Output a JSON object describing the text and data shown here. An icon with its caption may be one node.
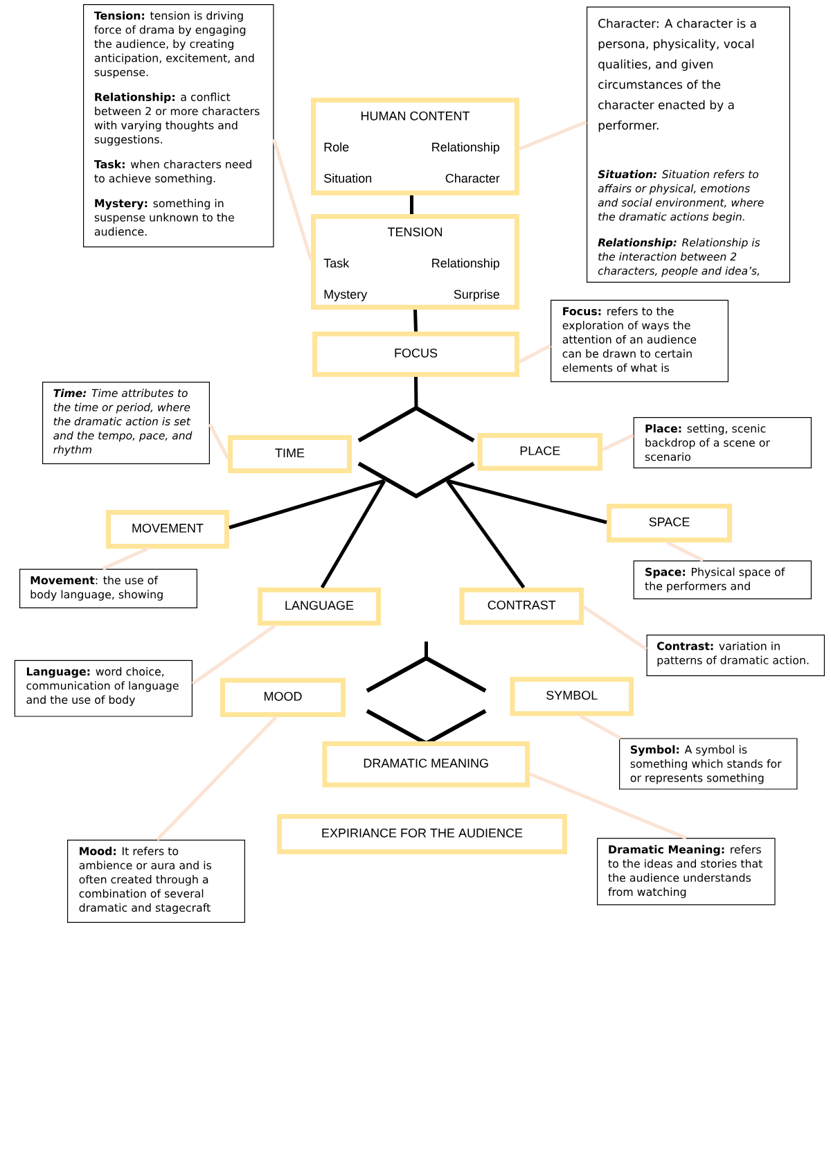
{
  "diagram": {
    "nodes": [
      {
        "text": [
          "**Tension:** tension is driving force of drama by engaging the audience, by creating anticipation, excitement, and suspense.",
          "**Relationship:** a conflict between 2 or more characters with varying thoughts and suggestions.",
          "**Task:** when characters need to achieve something.",
          "**Mystery:** something in suspense unknown to the audience."
        ]
      },
      {
        "text": [
          "Character: A character is a persona, physicality, vocal qualities, and given circumstances of the character enacted by a performer.",
          "**Situation:** Situation refers to affairs or physical, emotions and social environment, where the dramatic actions begin.",
          "**Relationship:** Relationship is the interaction between 2 characters, people and idea’s,"
        ]
      },
      {
        "text": [
          "HUMAN CONTENT",
          "Role",
          "Relationship",
          "Situation",
          "Character"
        ]
      },
      {
        "text": [
          "TENSION",
          "Task",
          "Relationship",
          "Mystery",
          "Surprise"
        ]
      },
      {
        "text": [
          "**Focus:** refers to the exploration of ways the attention of an audience can be drawn to certain elements of what is"
        ]
      },
      {
        "text": [
          "FOCUS"
        ]
      },
      {
        "text": [
          "**Time:** Time attributes to the time or period, where the dramatic action is set and the tempo, pace, and rhythm"
        ]
      },
      {
        "text": [],
        "shape": "hexagon"
      },
      {
        "text": [
          "TIME"
        ]
      },
      {
        "text": [
          "PLACE"
        ]
      },
      {
        "text": [
          "**Place:** setting, scenic backdrop of a scene or scenario"
        ]
      },
      {
        "text": [
          "MOVEMENT"
        ]
      },
      {
        "text": [
          "SPACE"
        ]
      },
      {
        "text": [
          "**Movement**: the use of body language, showing"
        ]
      },
      {
        "text": [
          "**Space:** Physical space of the performers and"
        ]
      },
      {
        "text": [
          "LANGUAGE"
        ]
      },
      {
        "text": [
          "CONTRAST"
        ]
      },
      {
        "text": [
          "**Contrast:** variation in patterns of dramatic action."
        ]
      },
      {
        "text": [
          "**Language:** word choice, communication of language and the use of body"
        ]
      },
      {
        "text": [],
        "shape": "hexagon"
      },
      {
        "text": [
          "MOOD"
        ]
      },
      {
        "text": [
          "SYMBOL"
        ]
      },
      {
        "text": [
          "**Symbol:** A symbol is something which stands for or represents something"
        ]
      },
      {
        "text": [
          "DRAMATIC MEANING"
        ]
      },
      {
        "text": [
          "EXPIRIANCE FOR THE AUDIENCE"
        ]
      },
      {
        "text": [
          "**Mood:** It refers to ambience or aura and is often created through a combination of several dramatic and stagecraft"
        ]
      },
      {
        "text": [
          "**Dramatic Meaning:** refers to the ideas and stories that the audience understands from watching"
        ]
      }
    ],
    "edges": [
      {
        "from": 2,
        "to": 3,
        "arrow": "none",
        "color": "#000000"
      },
      {
        "from": 3,
        "to": 5,
        "arrow": "none",
        "color": "#000000"
      },
      {
        "from": 5,
        "to": 7,
        "arrow": "none",
        "color": "#000000"
      },
      {
        "from": 7,
        "to": 11,
        "arrow": "none",
        "color": "#000000"
      },
      {
        "from": 7,
        "to": 15,
        "arrow": "none",
        "color": "#000000"
      },
      {
        "from": 7,
        "to": 12,
        "arrow": "none",
        "color": "#000000"
      },
      {
        "from": 7,
        "to": 16,
        "arrow": "none",
        "color": "#000000"
      },
      {
        "from": null,
        "to": 19,
        "arrow": "none",
        "color": "#000000"
      },
      {
        "from": 0,
        "to": 3,
        "arrow": "none"
      },
      {
        "from": 1,
        "to": 2,
        "arrow": "none"
      },
      {
        "from": 4,
        "to": 5,
        "arrow": "none"
      },
      {
        "from": 6,
        "to": 8,
        "arrow": "none"
      },
      {
        "from": 10,
        "to": 9,
        "arrow": "none"
      },
      {
        "from": 13,
        "to": 11,
        "arrow": "none"
      },
      {
        "from": 14,
        "to": 12,
        "arrow": "none"
      },
      {
        "from": 18,
        "to": 15,
        "arrow": "none"
      },
      {
        "from": 17,
        "to": 16,
        "arrow": "none"
      },
      {
        "from": 25,
        "to": 20,
        "arrow": "none"
      },
      {
        "from": 22,
        "to": 21,
        "arrow": "none"
      },
      {
        "from": 26,
        "to": 23,
        "arrow": "none"
      }
    ]
  }
}
